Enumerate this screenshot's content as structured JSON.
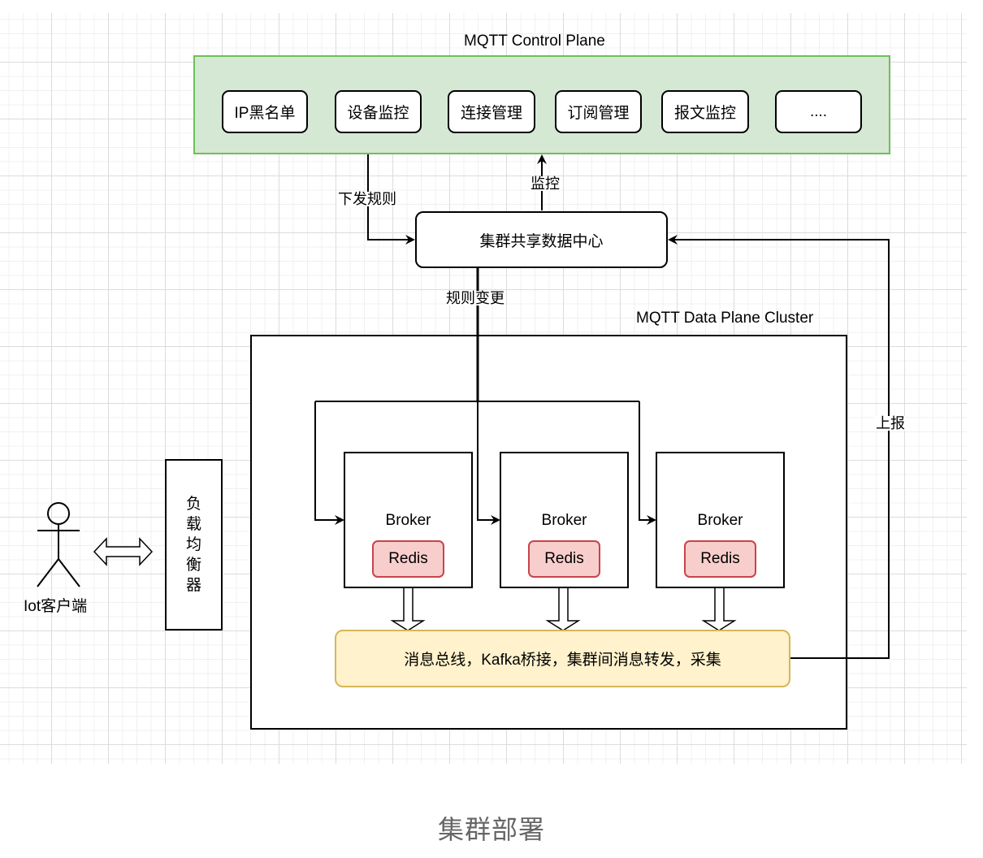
{
  "control_plane": {
    "title": "MQTT Control Plane",
    "fill_color": "#d5e8d4",
    "border_color": "#6ebf58",
    "items": [
      {
        "label": "IP黑名单"
      },
      {
        "label": "设备监控"
      },
      {
        "label": "连接管理"
      },
      {
        "label": "订阅管理"
      },
      {
        "label": "报文监控"
      },
      {
        "label": "...."
      }
    ]
  },
  "data_center": {
    "label": "集群共享数据中心"
  },
  "edges": {
    "dispatch_rules": "下发规则",
    "monitor": "监控",
    "rule_change": "规则变更",
    "report": "上报"
  },
  "data_plane": {
    "title": "MQTT Data Plane Cluster",
    "brokers": [
      {
        "label": "Broker",
        "cache": "Redis"
      },
      {
        "label": "Broker",
        "cache": "Redis"
      },
      {
        "label": "Broker",
        "cache": "Redis"
      }
    ],
    "redis_fill": "#f8cecc",
    "redis_border": "#c9434a",
    "bus": {
      "label": "消息总线，Kafka桥接，集群间消息转发，采集",
      "fill_color": "#fff2cc",
      "border_color": "#d6b656"
    }
  },
  "client": {
    "label": "Iot客户端",
    "icon": "actor-icon"
  },
  "load_balancer": {
    "chars": [
      "负",
      "载",
      "均",
      "衡",
      "器"
    ]
  },
  "caption": "集群部署"
}
